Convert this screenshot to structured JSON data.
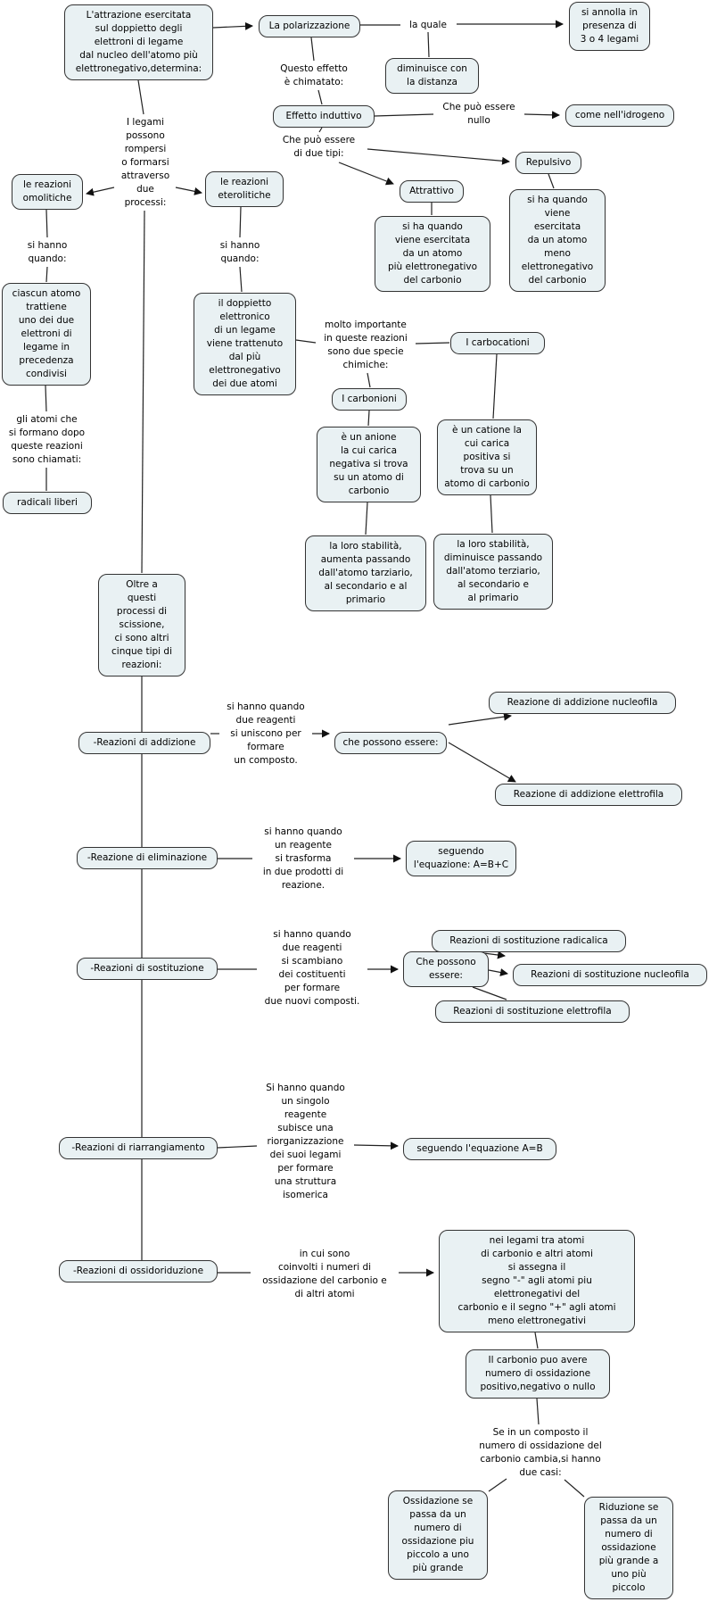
{
  "map": {
    "colors": {
      "background": "#ffffff",
      "node_fill": "#e9f1f3",
      "node_border": "#333333",
      "line": "#222222"
    },
    "nodes": {
      "attrazione": "L'attrazione esercitata\nsul doppietto degli\nelettroni di legame\ndal nucleo dell'atomo più\nelettronegativo,determina:",
      "polarizzazione": "La polarizzazione",
      "si_annolla": "si annolla in\npresenza di\n3 o 4 legami",
      "diminuisce": "diminuisce con\nla distanza",
      "effetto_induttivo": "Effetto induttivo",
      "come_idrogeno": "come nell'idrogeno",
      "repulsivo": "Repulsivo",
      "attrattivo": "Attrattivo",
      "attrattivo_desc": "si ha quando\nviene esercitata\nda un atomo\npiù elettronegativo\ndel carbonio",
      "repulsivo_desc": "si ha quando\nviene\nesercitata\nda un atomo\nmeno\nelettronegativo\ndel carbonio",
      "omolitiche": "le reazioni\nomolitiche",
      "eterolitiche": "le reazioni\neterolitiche",
      "ciascun_atomo": "ciascun atomo\ntrattiene\nuno dei due\nelettroni di\nlegame in\nprecedenza\ncondivisi",
      "doppietto": "il doppietto\nelettronico\ndi un legame\nviene trattenuto\ndal più\nelettronegativo\ndei due atomi",
      "radicali_liberi": "radicali liberi",
      "oltre": "Oltre a\nquesti\nprocessi di\nscissione,\nci sono altri\ncinque tipi di\nreazioni:",
      "carbonioni": "I carbonioni",
      "carbocationi": "I carbocationi",
      "anione": "è un anione\nla cui carica\nnegativa si trova\nsu un atomo di\ncarbonio",
      "catione": "è un catione la\ncui carica\npositiva si\ntrova su un\natomo di carbonio",
      "stabilita_aumenta": "la loro stabilità,\naumenta passando\ndall'atomo tarziario,\nal secondario e al\nprimario",
      "stabilita_diminuisce": "la loro stabilità,\ndiminuisce passando\ndall'atomo terziario,\nal secondario e\nal primario",
      "addizione": "-Reazioni di addizione",
      "che_possono_essere": "che possono essere:",
      "addizione_nucleofila": "Reazione di addizione nucleofila",
      "addizione_elettrofila": "Reazione di addizione elettrofila",
      "eliminazione": "-Reazione di eliminazione",
      "seguendo_abc": "seguendo\nl'equazione: A=B+C",
      "sostituzione": "-Reazioni di sostituzione",
      "che_possono_essere2": "Che possono\nessere:",
      "sost_radicalica": "Reazioni di sostituzione radicalica",
      "sost_nucleofila": "Reazioni di sostituzione nucleofila",
      "sost_elettrofila": "Reazioni di sostituzione elettrofila",
      "riarrangiamento": "-Reazioni di riarrangiamento",
      "seguendo_ab": "seguendo l'equazione A=B",
      "ossidoriduzione": "-Reazioni di ossidoriduzione",
      "nei_legami": "nei legami tra atomi\ndi carbonio e altri atomi\nsi assegna il\nsegno \"-\" agli atomi piu\nelettronegativi del\ncarbonio e il segno \"+\" agli atomi\nmeno elettronegativi",
      "il_carbonio": "Il carbonio puo avere\nnumero di ossidazione\npositivo,negativo o nullo",
      "ossidazione": "Ossidazione se\npassa da un\nnumero di\nossidazione piu\npiccolo a uno\npiù grande",
      "riduzione": "Riduzione se\npassa da un\nnumero di\nossidazione\npiù grande a\nuno più\npiccolo"
    },
    "labels": {
      "la_quale": "la quale",
      "questo_effetto": "Questo effetto\nè chimatato:",
      "che_puo_nullo": "Che può essere\nnullo",
      "che_puo_tipi": "Che può essere\ndi due tipi:",
      "i_legami": "I legami\npossono\nrompersi\no formarsi\nattraverso\ndue\nprocessi:",
      "si_hanno_quando_sx": "si hanno\nquando:",
      "si_hanno_quando_dx": "si hanno\nquando:",
      "gli_atomi": "gli atomi che\nsi formano dopo\nqueste reazioni\nsono chiamati:",
      "molto_importante": "molto importante\nin queste reazioni\nsono due specie\nchimiche:",
      "addizione_quando": "si hanno quando\ndue reagenti\nsi uniscono per\nformare\nun composto.",
      "eliminazione_quando": "si hanno quando\nun reagente\nsi trasforma\nin due prodotti di\nreazione.",
      "sostituzione_quando": "si hanno quando\ndue reagenti\nsi scambiano\ndei costituenti\nper formare\ndue nuovi composti.",
      "riarrangiamento_quando": "Si hanno quando\nun singolo\nreagente\nsubisce una\nriorganizzazione\ndei suoi legami\nper formare\nuna struttura\nisomerica",
      "ossidoriduzione_quando": "in cui sono\ncoinvolti i numeri di\nossidazione del carbonio e\ndi altri atomi",
      "se_composto": "Se in un composto il\nnumero di ossidazione del\ncarbonio cambia,si hanno\ndue casi:"
    }
  }
}
